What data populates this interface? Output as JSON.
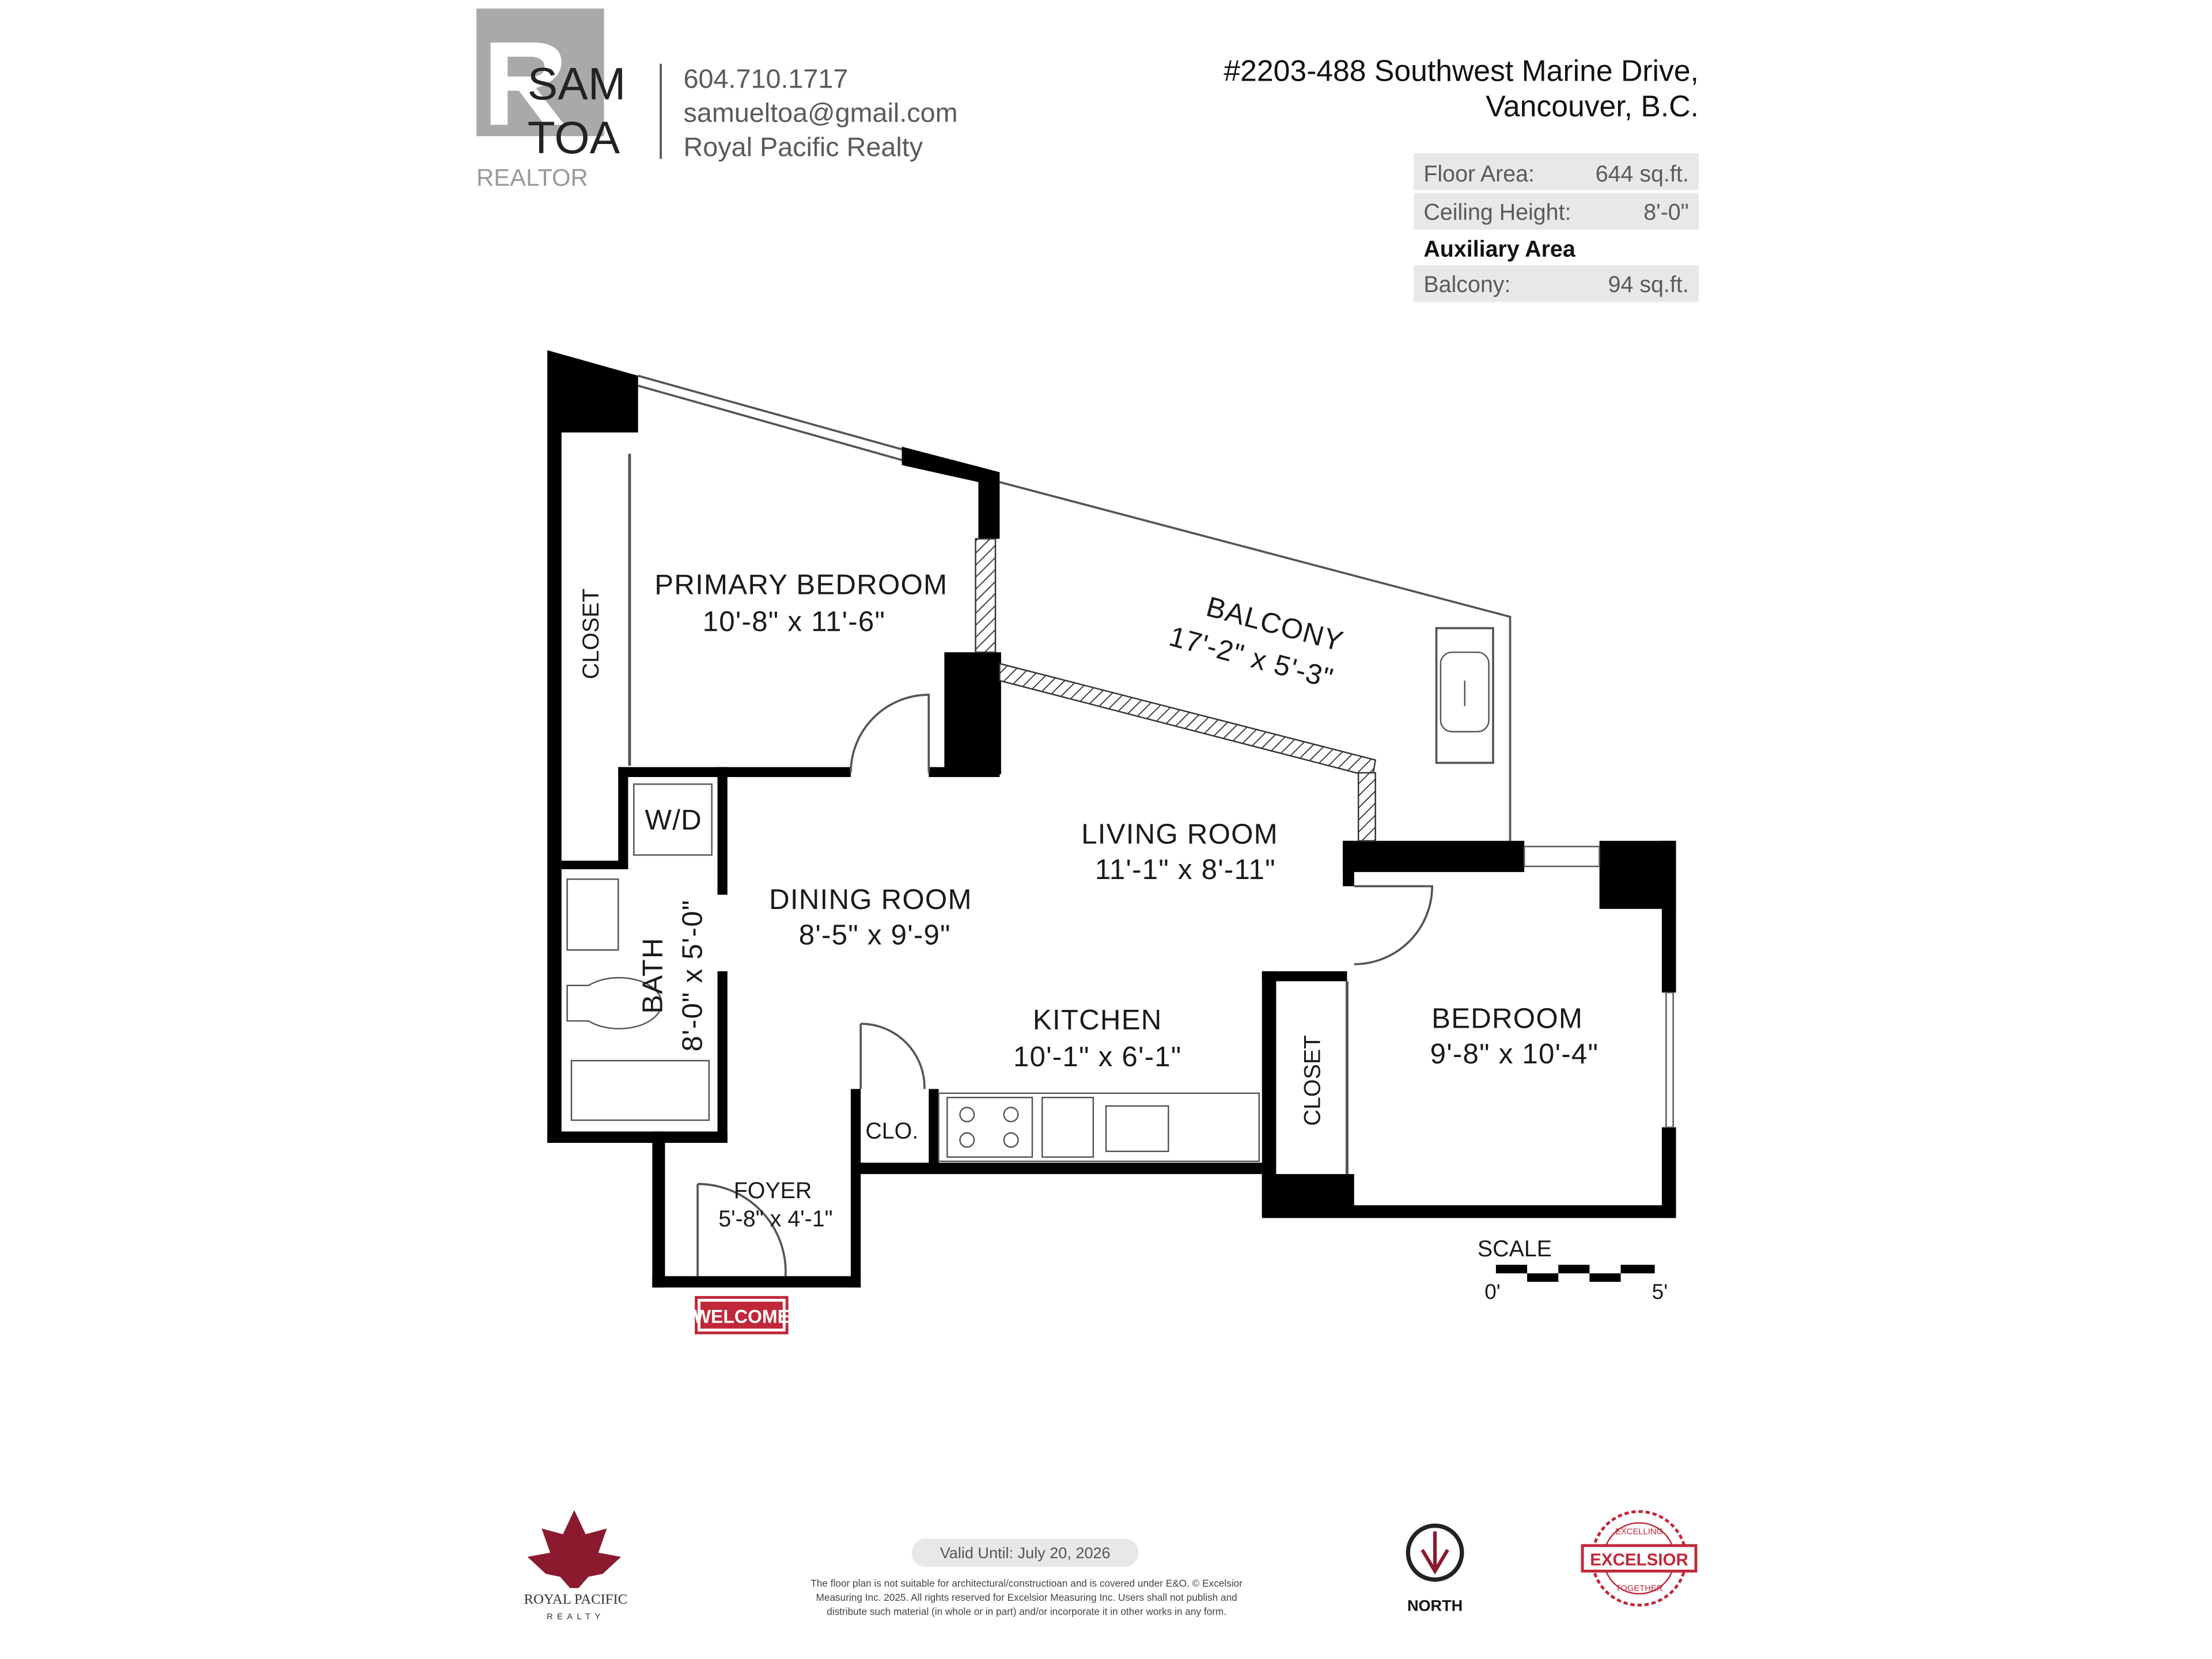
{
  "agent": {
    "logo_letter": "R",
    "name_line1": "SAM",
    "name_line2": "TOA",
    "designation": "REALTOR",
    "phone": "604.710.1717",
    "email": "samueltoa@gmail.com",
    "brokerage": "Royal Pacific Realty"
  },
  "property": {
    "address_line1": "#2203-488 Southwest Marine Drive,",
    "address_line2": "Vancouver, B.C."
  },
  "areas": {
    "floor_area_label": "Floor Area:",
    "floor_area_value": "644 sq.ft.",
    "ceiling_label": "Ceiling Height:",
    "ceiling_value": "8'-0\"",
    "auxiliary_heading": "Auxiliary Area",
    "balcony_label": "Balcony:",
    "balcony_value": "94 sq.ft."
  },
  "rooms": {
    "primary_bedroom": {
      "name": "PRIMARY BEDROOM",
      "dims": "10'-8\" x 11'-6\""
    },
    "balcony": {
      "name": "BALCONY",
      "dims": "17'-2\" x 5'-3\""
    },
    "living_room": {
      "name": "LIVING ROOM",
      "dims": "11'-1\" x 8'-11\""
    },
    "dining_room": {
      "name": "DINING ROOM",
      "dims": "8'-5\" x 9'-9\""
    },
    "kitchen": {
      "name": "KITCHEN",
      "dims": "10'-1\" x 6'-1\""
    },
    "bedroom": {
      "name": "BEDROOM",
      "dims": "9'-8\" x 10'-4\""
    },
    "bath": {
      "name": "BATH",
      "dims": "8'-0\" x 5'-0\""
    },
    "foyer": {
      "name": "FOYER",
      "dims": "5'-8\" x 4'-1\""
    },
    "closet_primary": "CLOSET",
    "closet_bedroom": "CLOSET",
    "wd": "W/D",
    "clo": "CLO."
  },
  "welcome_mat": "WELCOME",
  "scale": {
    "label": "SCALE",
    "start": "0'",
    "end": "5'"
  },
  "footer": {
    "valid_until": "Valid Until: July 20, 2026",
    "disclaimer": [
      "The floor plan is not suitable for architectural/constructioan and is covered under E&O. © Excelsior",
      "Measuring Inc. 2025. All rights reserved for Excelsior Measuring Inc. Users shall not publish and",
      "distribute such material (in whole or in part) and/or incorporate it in other works in any form."
    ],
    "brokerage_logo_line1": "ROYAL PACIFIC",
    "brokerage_logo_line2": "REALTY",
    "north_label": "NORTH",
    "stamp_text": "EXCELSIOR",
    "stamp_top": "EXCELLING",
    "stamp_bottom": "TOGETHER"
  },
  "colors": {
    "brand_red": "#8b1a2e",
    "table_bg": "#e8e8e8",
    "wall": "#000000"
  }
}
